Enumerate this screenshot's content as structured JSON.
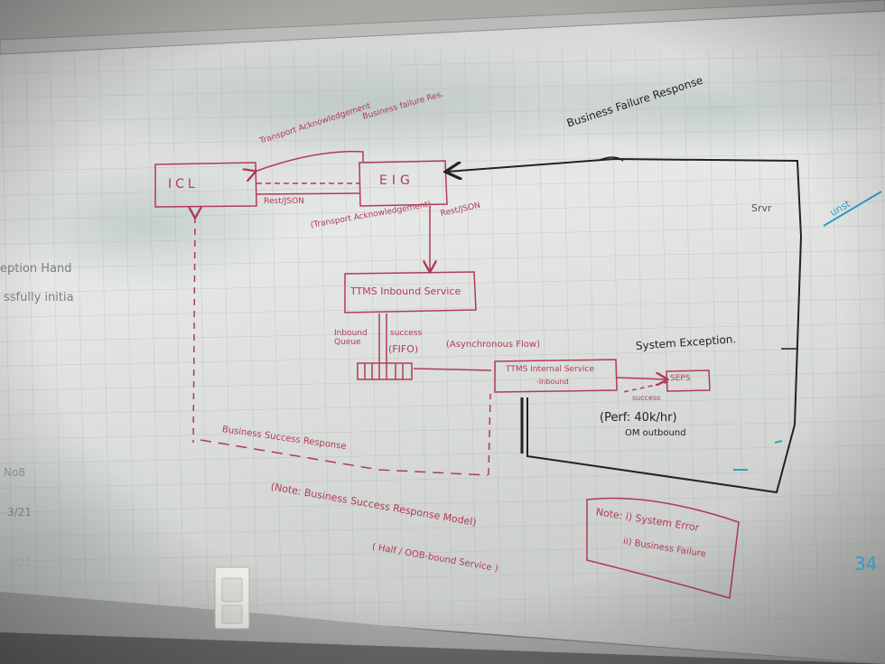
{
  "whiteboard": {
    "boxes": {
      "icl": "ICL",
      "eig": "EIG",
      "inbound_service": "TTMS Inbound Service",
      "internal_service": "TTMS Internal Service",
      "internal_sub": "-Inbound",
      "seps": "SEPS"
    },
    "labels": {
      "transport_ack": "Transport Acknowledgement",
      "business_failure_response_top": "Business failure Res.",
      "rest_json_1": "Rest/JSON",
      "transport_ack_2": "(Transport Acknowledgement)",
      "rest_json_2": "Rest/JSON",
      "inbound_queue": "Inbound Queue",
      "success_fifo": "(FIFO)",
      "success_word": "success",
      "async_flow": "(Asynchronous Flow)",
      "business_failure_response": "Business Failure Response",
      "system_exception": "System Exception.",
      "success_small": "success",
      "perf_note": "(Perf: 40k/hr)",
      "om_outbound": "OM outbound",
      "business_success_response": "Business Success Response",
      "note_line1": "(Note: Business Success Response Model)",
      "note_line2": "( Half / OOB-bound Service )",
      "note_box_line1": "Note: i) System Error",
      "note_box_line2": "ii) Business Failure",
      "srvr": "Srvr"
    },
    "left_fragments": [
      "eption Hand",
      "ssfully initia",
      "No8",
      "3/21",
      "3/21"
    ],
    "right_fragments": [
      "unst",
      "34"
    ]
  }
}
